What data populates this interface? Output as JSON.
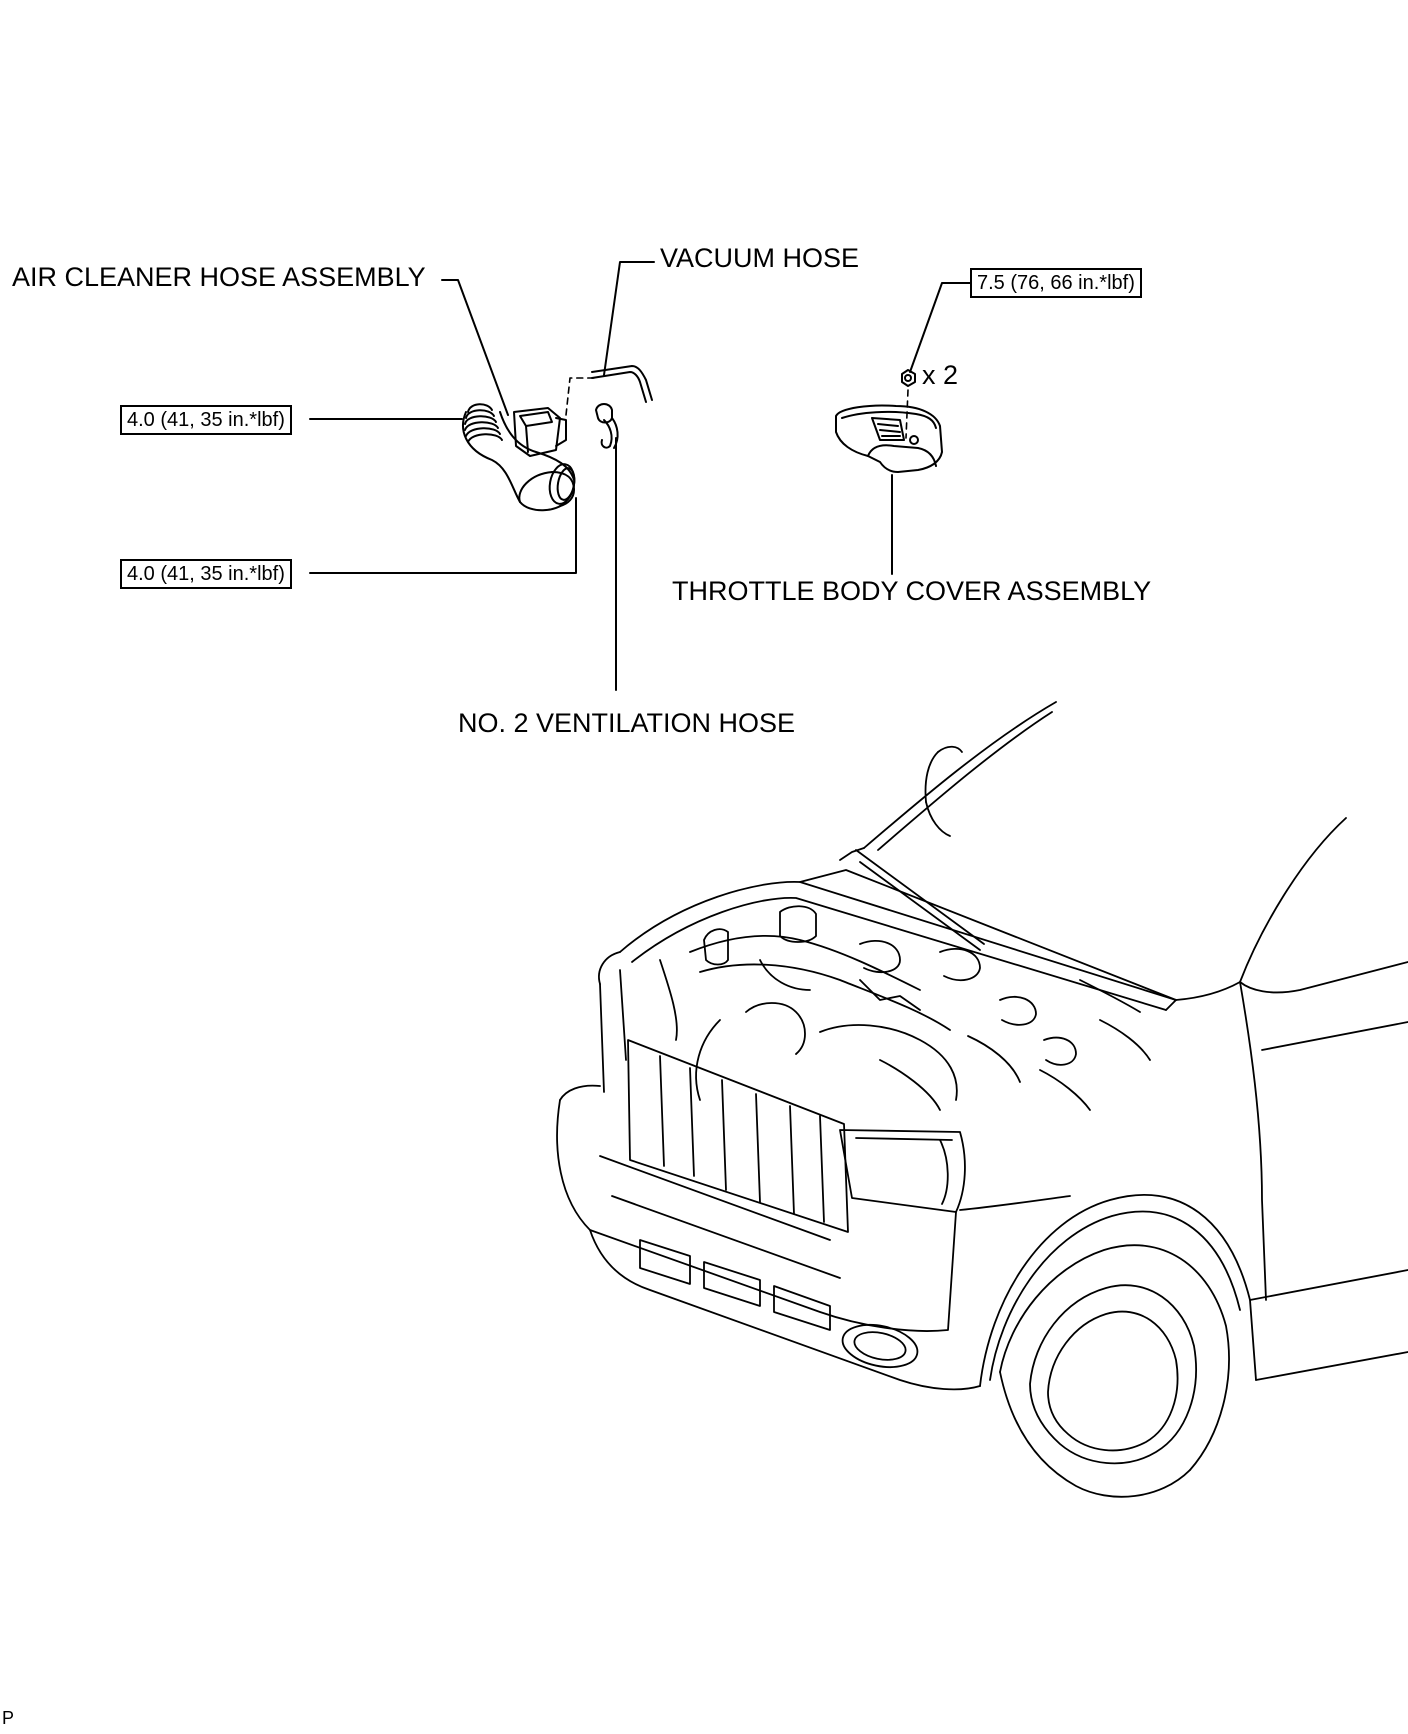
{
  "labels": {
    "air_cleaner_hose": "AIR CLEANER HOSE ASSEMBLY",
    "vacuum_hose": "VACUUM HOSE",
    "ventilation_hose": "NO. 2 VENTILATION HOSE",
    "throttle_body_cover": "THROTTLE BODY COVER ASSEMBLY"
  },
  "torque": {
    "air_cleaner_upper": "4.0 (41, 35 in.*lbf)",
    "air_cleaner_lower": "4.0 (41, 35 in.*lbf)",
    "throttle_cover_nut": "7.5 (76, 66 in.*lbf)"
  },
  "quantity": "x 2",
  "footer": "P"
}
